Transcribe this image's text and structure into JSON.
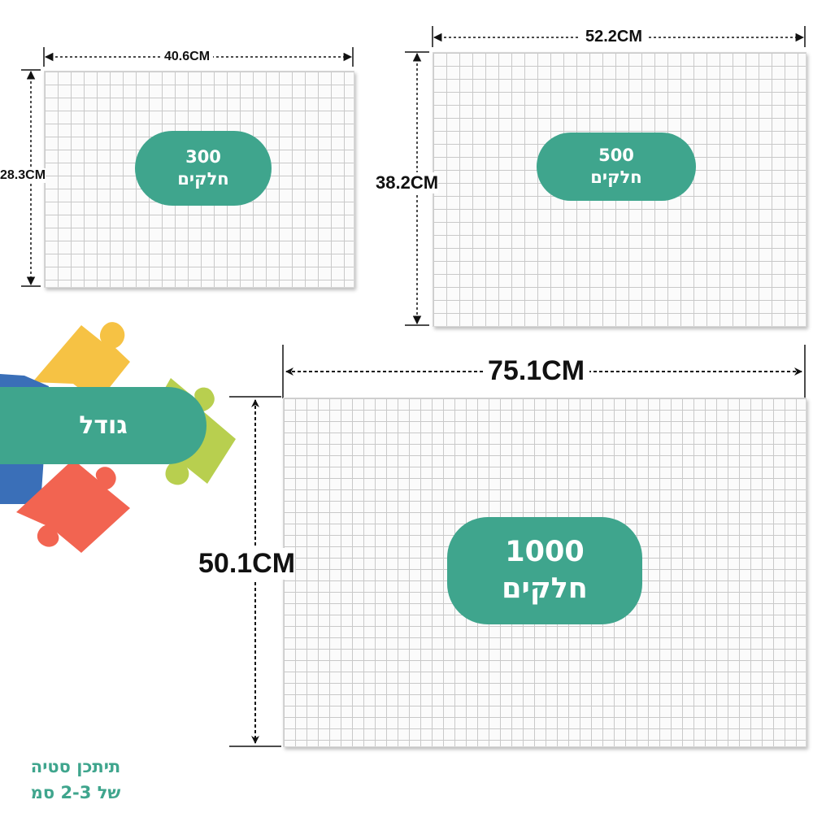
{
  "puzzles": [
    {
      "pieces": "300",
      "label": "חלקים",
      "width": "40.6CM",
      "height": "28.3CM"
    },
    {
      "pieces": "500",
      "label": "חלקים",
      "width": "52.2CM",
      "height": "38.2CM"
    },
    {
      "pieces": "1000",
      "label": "חלקים",
      "width": "75.1CM",
      "height": "50.1CM"
    }
  ],
  "size_badge": "גודל",
  "note": {
    "line1": "תיתכן סטיה",
    "line2": "של 2-3 סמ"
  },
  "colors": {
    "accent": "#3fa58d",
    "piece_yellow": "#f6c244",
    "piece_blue": "#3a6fb8",
    "piece_red": "#f26451",
    "piece_green": "#b8cf4f"
  },
  "icons": [
    "jigsaw-pieces-icon"
  ]
}
